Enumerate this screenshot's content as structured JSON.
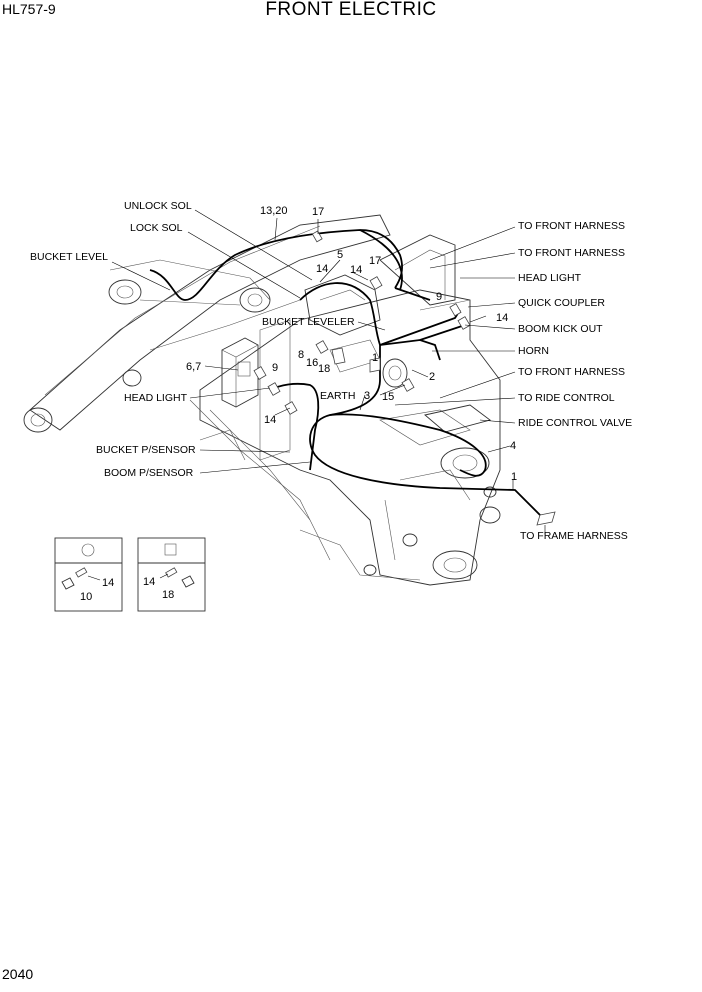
{
  "header": {
    "model": "HL757-9",
    "title": "FRONT ELECTRIC"
  },
  "page_number": "2040",
  "labels": {
    "unlock_sol": "UNLOCK SOL",
    "lock_sol": "LOCK SOL",
    "bucket_level": "BUCKET LEVEL",
    "to_front_harness_1": "TO FRONT HARNESS",
    "to_front_harness_2": "TO FRONT HARNESS",
    "head_light_right": "HEAD LIGHT",
    "quick_coupler": "QUICK COUPLER",
    "boom_kick_out": "BOOM KICK OUT",
    "bucket_leveler": "BUCKET LEVELER",
    "horn": "HORN",
    "to_front_harness_3": "TO FRONT HARNESS",
    "head_light_left": "HEAD LIGHT",
    "earth": "EARTH",
    "to_ride_control": "TO RIDE CONTROL",
    "ride_control_valve": "RIDE CONTROL VALVE",
    "bucket_psensor": "BUCKET P/SENSOR",
    "boom_psensor": "BOOM P/SENSOR",
    "to_frame_harness": "TO FRAME HARNESS"
  },
  "part_numbers": {
    "p13_20": "13,20",
    "p17_top": "17",
    "p5": "5",
    "p14_a": "14",
    "p17_b": "17",
    "p14_b": "14",
    "p9_right": "9",
    "p14_right": "14",
    "p1_a": "1",
    "p6_7": "6,7",
    "p9_left": "9",
    "p8": "8",
    "p16": "16",
    "p18": "18",
    "p2": "2",
    "p3": "3",
    "p15": "15",
    "p14_left": "14",
    "p4": "4",
    "p1_b": "1"
  },
  "detail_circle": {
    "p14": "14",
    "p10": "10"
  },
  "detail_square": {
    "p14": "14",
    "p18": "18"
  }
}
